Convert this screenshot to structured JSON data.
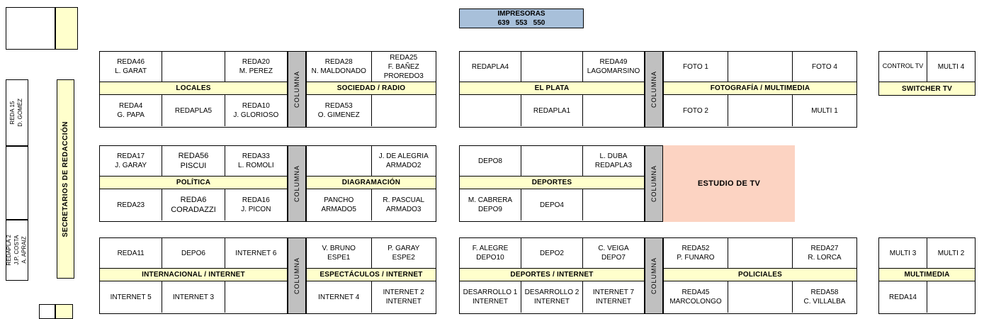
{
  "impresoras": {
    "title": "IMPRESORAS",
    "numbers": "639   553   550"
  },
  "columna_label": "COLUMNA",
  "left_panel": {
    "reda15": "REDA 15\nD. GOMÉZ",
    "secretarios": "SECRETARIOS DE REDACCIÓN",
    "redapla2": "REDAPLA 2\nJ.P. COSTA\nA. APRAIZ"
  },
  "estudio_tv_label": "ESTUDIO DE TV",
  "colors": {
    "section_band_yellow": "#ffffcc",
    "columna_gray": "#c0c0c0",
    "impresoras_blue": "#a8c0da",
    "estudio_pink": "#fcd3c2"
  },
  "blocks": {
    "locales": {
      "header": "LOCALES",
      "top": [
        "REDA46\nL. GARAT",
        "",
        "REDA20\nM. PEREZ"
      ],
      "bottom": [
        "REDA4\nG. PAPA",
        "REDAPLA5",
        "REDA10\nJ. GLORIOSO"
      ]
    },
    "sociedad_radio": {
      "header": "SOCIEDAD / RADIO",
      "top": [
        "REDA28\nN. MALDONADO",
        "REDA25\nF. BAÑEZ\nPROREDO3"
      ],
      "bottom": [
        "REDA53\nO. GIMENEZ",
        ""
      ]
    },
    "el_plata": {
      "header": "EL PLATA",
      "top": [
        "REDAPLA4",
        "",
        "REDA49\nLAGOMARSINO"
      ],
      "bottom": [
        "",
        "REDAPLA1",
        ""
      ]
    },
    "fotografia_multimedia": {
      "header": "FOTOGRAFÍA / MULTIMEDIA",
      "top": [
        "FOTO 1",
        "",
        "FOTO 4"
      ],
      "bottom": [
        "FOTO 2",
        "",
        "MULTI 1"
      ]
    },
    "switcher_tv": {
      "header": "SWITCHER TV",
      "top": [
        "CONTROL TV",
        "MULTI 4"
      ]
    },
    "politica": {
      "header": "POLÍTICA",
      "top": [
        "REDA17\nJ. GARAY",
        "REDA56\nPISCUI",
        "REDA33\nL. ROMOLI"
      ],
      "bottom": [
        "REDA23",
        "REDA6\nCORADAZZI",
        "REDA16\nJ. PICON"
      ]
    },
    "diagramacion": {
      "header": "DIAGRAMACIÓN",
      "top": [
        "",
        "J. DE ALEGRIA\nARMADO2"
      ],
      "bottom": [
        "PANCHO\nARMADO5",
        "R. PASCUAL\nARMADO3"
      ]
    },
    "deportes": {
      "header": "DEPORTES",
      "top": [
        "DEPO8",
        "",
        "L. DUBA\nREDAPLA3"
      ],
      "bottom": [
        "M. CABRERA\nDEPO9",
        "DEPO4",
        ""
      ]
    },
    "internacional_internet": {
      "header": "INTERNACIONAL / INTERNET",
      "top": [
        "REDA11",
        "DEPO6",
        "INTERNET 6"
      ],
      "bottom": [
        "INTERNET 5",
        "INTERNET 3",
        ""
      ]
    },
    "espectaculos_internet": {
      "header": "ESPECTÁCULOS / INTERNET",
      "top": [
        "V. BRUNO\nESPE1",
        "P. GARAY\nESPE2"
      ],
      "bottom": [
        "INTERNET 4",
        "INTERNET 2\nINTERNET"
      ]
    },
    "deportes_internet": {
      "header": "DEPORTES / INTERNET",
      "top": [
        "F. ALEGRE\nDEPO10",
        "DEPO2",
        "C. VEIGA\nDEPO7"
      ],
      "bottom": [
        "DESARROLLO 1\nINTERNET",
        "DESARROLLO 2\nINTERNET",
        "INTERNET 7\nINTERNET"
      ]
    },
    "policiales": {
      "header": "POLICIALES",
      "top": [
        "REDA52\nP. FUNARO",
        "",
        "REDA27\nR. LORCA"
      ],
      "bottom": [
        "REDA45\nMARCOLONGO",
        "",
        "REDA58\nC. VILLALBA"
      ]
    },
    "multimedia": {
      "header": "MULTIMEDIA",
      "top": [
        "MULTI 3",
        "MULTI 2"
      ],
      "bottom": [
        "REDA14",
        ""
      ]
    }
  }
}
